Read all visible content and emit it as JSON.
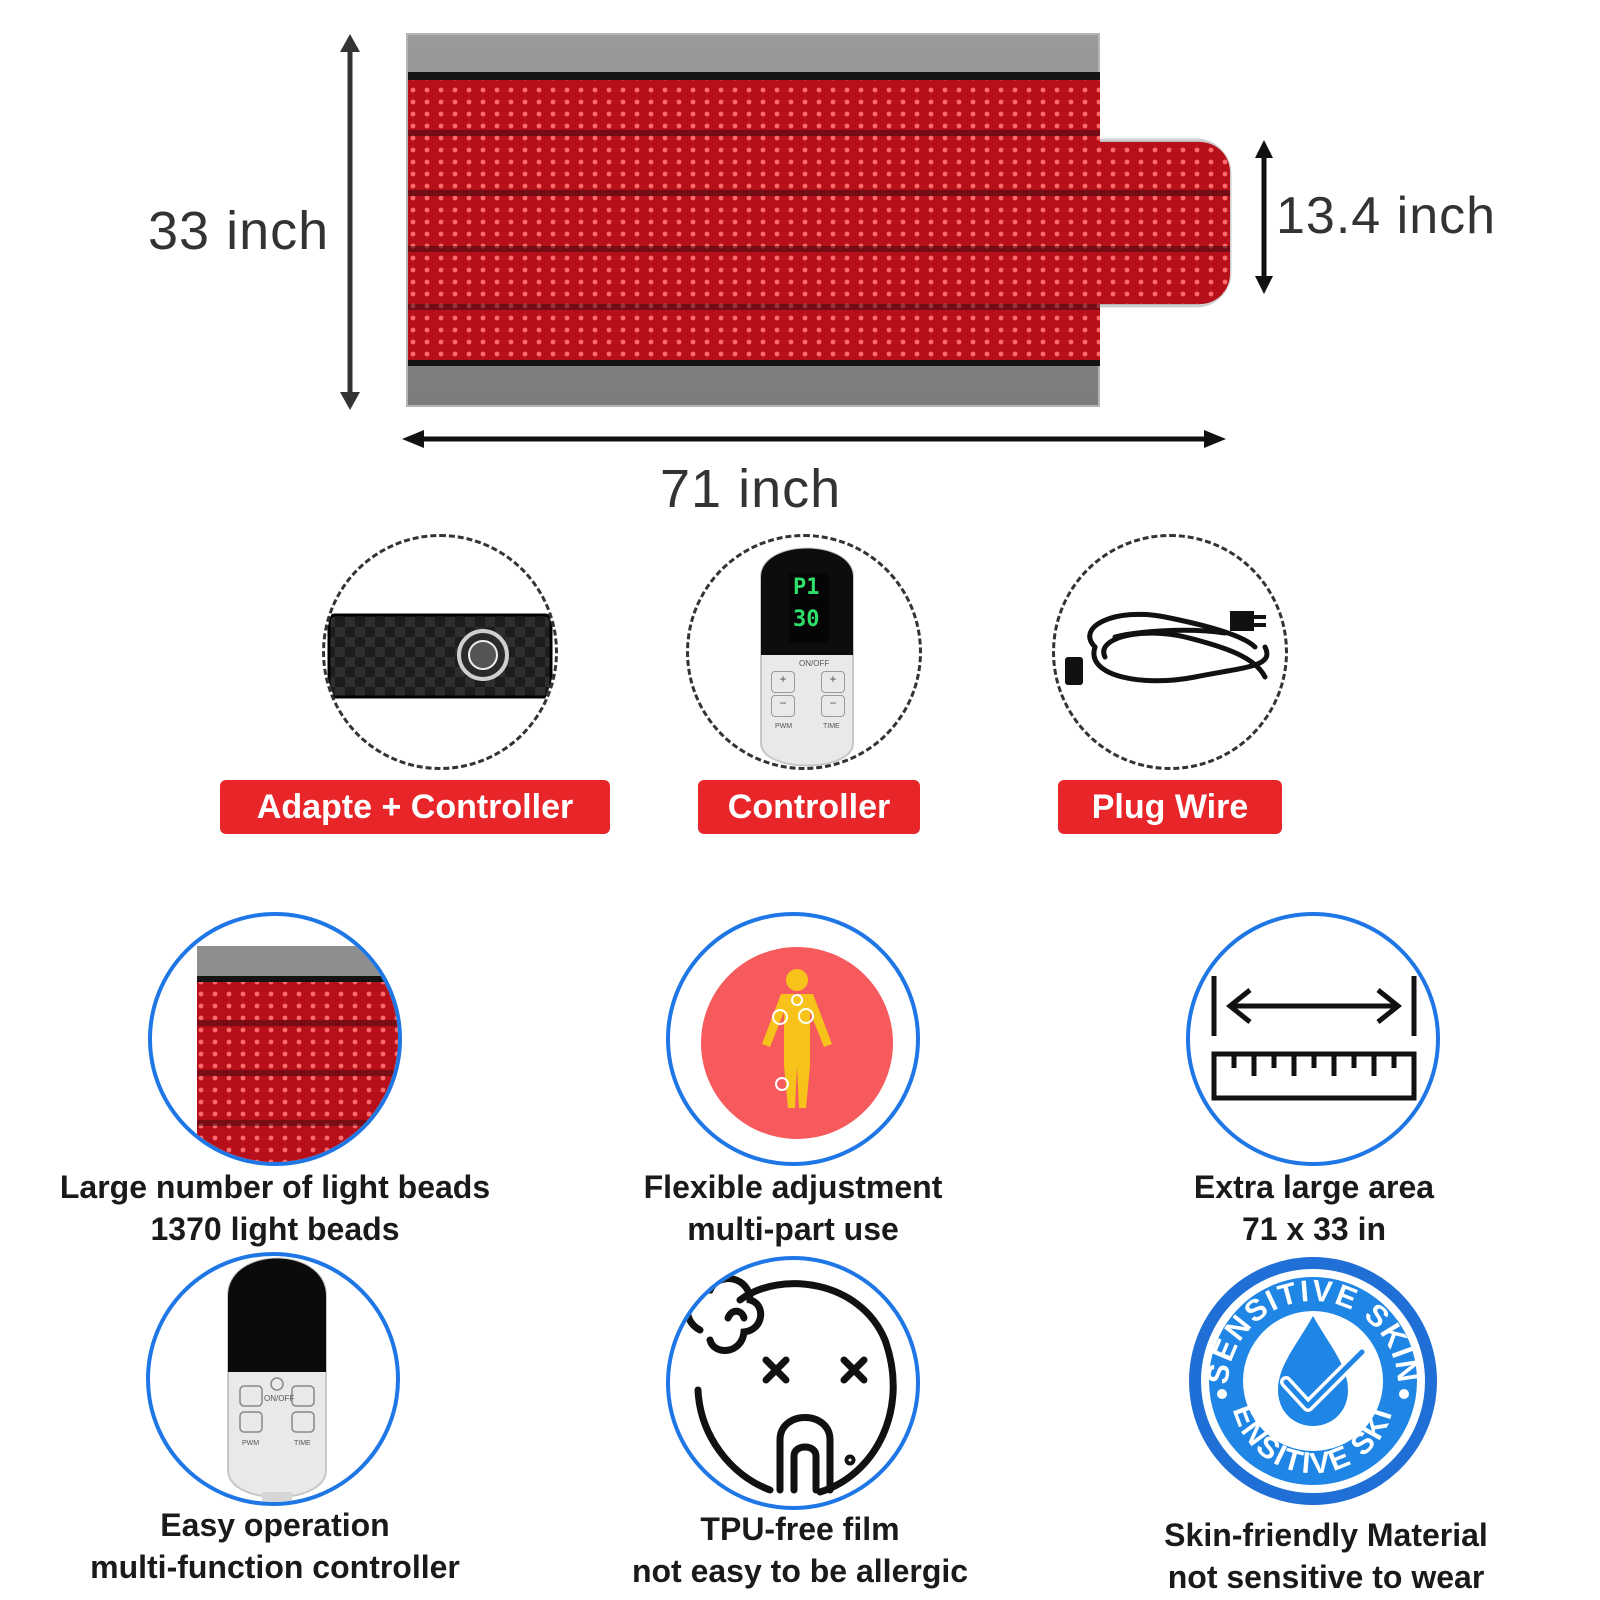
{
  "dimensions": {
    "height": "33 inch",
    "width": "71 inch",
    "head_height": "13.4 inch"
  },
  "accessories": [
    {
      "label": "Adapte + Controller",
      "icon": "adapter-controller-icon"
    },
    {
      "label": "Controller",
      "icon": "remote-controller-icon",
      "display_line1": "P1",
      "display_line2": "30"
    },
    {
      "label": "Plug Wire",
      "icon": "plug-wire-icon"
    }
  ],
  "controller_buttons": {
    "onoff": "ON/OFF",
    "pwm": "PWM",
    "time": "TIME"
  },
  "features": [
    {
      "line1": "Large number of light beads",
      "line2": "1370 light beads",
      "icon": "led-panel-icon"
    },
    {
      "line1": "Flexible adjustment",
      "line2": "multi-part use",
      "icon": "body-icon"
    },
    {
      "line1": "Extra large area",
      "line2": "71 x 33 in",
      "icon": "ruler-icon"
    },
    {
      "line1": "Easy operation",
      "line2": "multi-function controller",
      "icon": "remote-icon"
    },
    {
      "line1": "TPU-free film",
      "line2": "not easy to be allergic",
      "icon": "allergy-icon"
    },
    {
      "line1": "Skin-friendly Material",
      "line2": "not sensitive to wear",
      "icon": "sensitive-skin-icon"
    }
  ],
  "badge_text": {
    "top": "SENSITIVE SKIN",
    "bottom": "SENSITIVE SKIN"
  },
  "colors": {
    "accent_red": "#e8262a",
    "feature_blue": "#1f77e6",
    "led_red": "#d8141c",
    "frame_gray": "#8e8e8e"
  }
}
